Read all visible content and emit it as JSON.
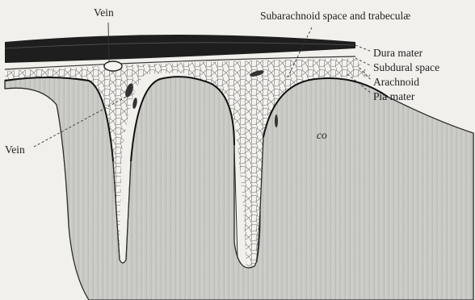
{
  "figure": {
    "labels": {
      "vein_top": "Vein",
      "subarachnoid": "Subarachnoid space and trabeculæ",
      "dura": "Dura mater",
      "subdural": "Subdural space",
      "arachnoid": "Arachnoid",
      "pia": "Pia mater",
      "vein_left": "Vein",
      "cortex_mark": "co"
    },
    "colors": {
      "background": "#f1f0ec",
      "dura": "#222222",
      "cortex": "#c8c8c4",
      "subarachnoid": "#f3f2ee",
      "outline": "#2a2a2a"
    }
  }
}
